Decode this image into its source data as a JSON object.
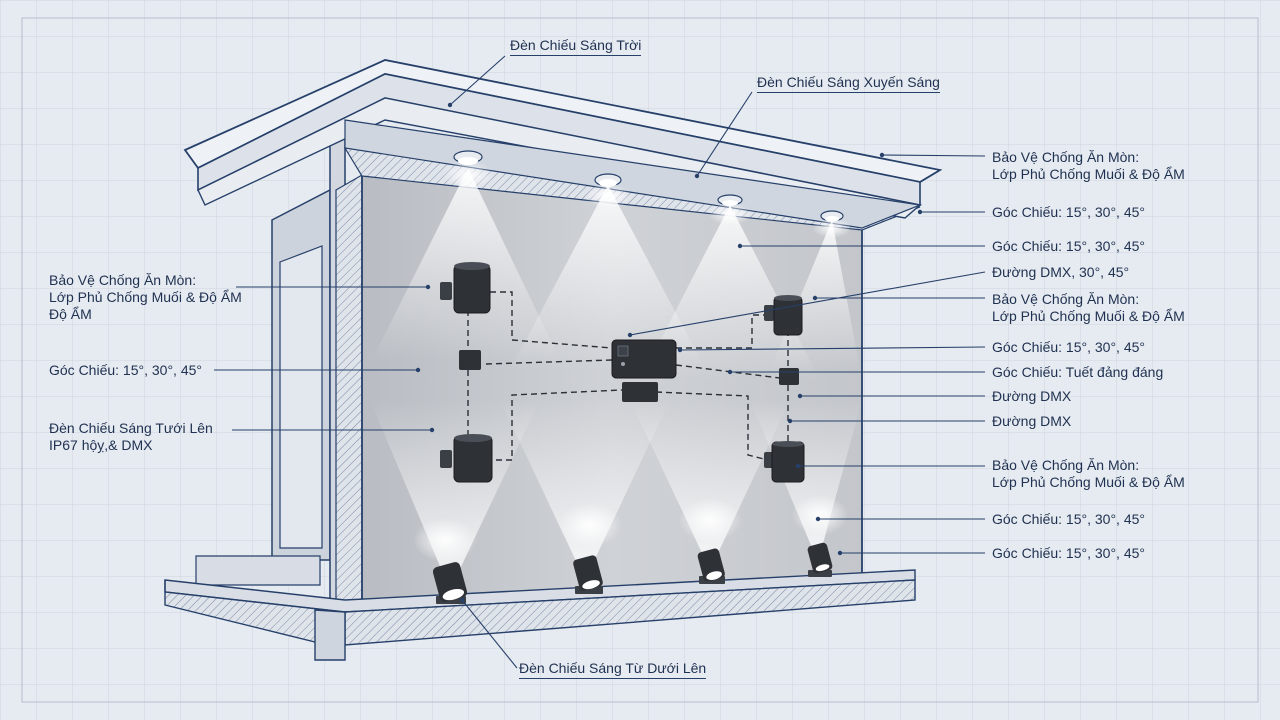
{
  "colors": {
    "background": "#e6eaf1",
    "grid": "#cdd4e0",
    "outline": "#26406a",
    "wall": "#c9ccd0",
    "fixture": "#2e3136",
    "label_text": "#1f3150"
  },
  "labels": {
    "top_sky": "Đèn Chiếu Sáng Trời",
    "top_grazing": "Đèn Chiếu Sáng Xuyến Sáng",
    "bottom_uplight": "Đèn Chiếu Sáng Từ Dưới Lên",
    "left": {
      "corrosion": [
        "Bảo Vệ Chống Ăn Mòn:",
        "Lớp Phủ Chống Muối & Độ ẨM",
        "Độ ẨM"
      ],
      "angle": "Góc Chiếu: 15°, 30°, 45°",
      "wash": [
        "Đèn Chiếu Sáng Tưới Lên",
        "IP67 hộỵ,& DMX"
      ]
    },
    "right": {
      "corrosion_1": [
        "Bảo Vệ Chống Ăn Mòn:",
        "Lớp Phủ Chống Muối & Độ ẨM"
      ],
      "angle_1": "Góc Chiếu: 15°, 30°, 45°",
      "angle_2": "Góc Chiếu: 15°, 30°, 45°",
      "dmx_angle": "Đường DMX, 30°, 45°",
      "corrosion_2": [
        "Bảo Vệ Chống Ăn Mòn:",
        "Lớp Phủ Chống Muối & Độ ẨM"
      ],
      "angle_3": "Góc Chiếu: 15°, 30°, 45°",
      "angle_tilt": "Góc Chiếu: Tuết đảng đáng",
      "dmx_1": "Đường DMX",
      "dmx_2": "Đường DMX",
      "corrosion_3": [
        "Bảo Vệ Chống Ăn Mòn:",
        "Lớp Phủ Chống Muối & Độ ẨM"
      ],
      "angle_4": "Góc Chiếu: 15°, 30°, 45°",
      "angle_5": "Góc Chiếu: 15°, 30°, 45°"
    }
  }
}
